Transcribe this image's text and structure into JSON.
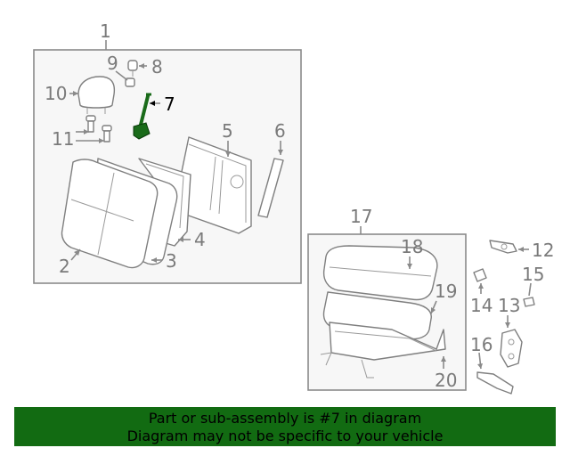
{
  "diagram": {
    "labels": {
      "n1": "1",
      "n2": "2",
      "n3": "3",
      "n4": "4",
      "n5": "5",
      "n6": "6",
      "n7": "7",
      "n8": "8",
      "n9": "9",
      "n10": "10",
      "n11": "11",
      "n12": "12",
      "n13": "13",
      "n14": "14",
      "n15": "15",
      "n16": "16",
      "n17": "17",
      "n18": "18",
      "n19": "19",
      "n20": "20"
    },
    "highlight_part": "7",
    "colors": {
      "highlight_part_fill": "#1a6b1a",
      "footer_bg": "#126b12",
      "group_box_fill": "#f7f7f7",
      "line": "#8a8a8a"
    }
  },
  "footer": {
    "line1": "Part or sub-assembly is #7 in diagram",
    "line2": "Diagram may not be specific to your vehicle"
  }
}
